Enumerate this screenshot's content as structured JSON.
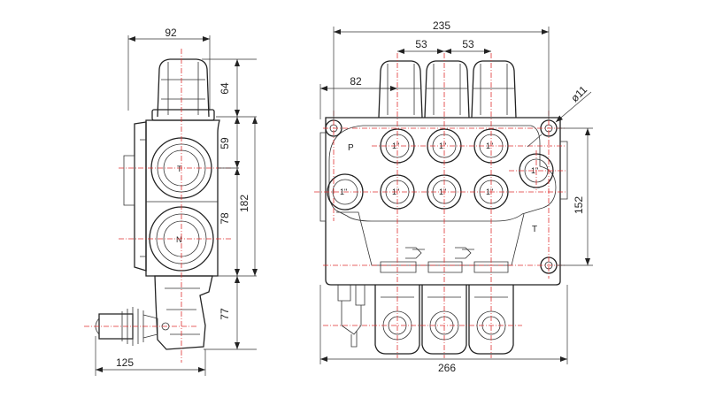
{
  "side_view": {
    "dims": {
      "width_top": "92",
      "cap_height": "64",
      "upper_block": "59",
      "mid_block": "78",
      "total_height": "182",
      "lever_height": "77",
      "lever_width": "125"
    },
    "ports": {
      "t_port": "T",
      "n_port": "N"
    }
  },
  "front_view": {
    "dims": {
      "total_width": "235",
      "spool_pitch_1": "53",
      "spool_pitch_2": "53",
      "offset": "82",
      "hole_dia": "ø11",
      "height": "152",
      "base_width": "266"
    },
    "ports": {
      "p_label": "P",
      "t_label": "T",
      "inlet": "1\"",
      "upper_1": "1\"",
      "upper_2": "1\"",
      "upper_3": "1\"",
      "lower_1": "1\"",
      "lower_2": "1\"",
      "lower_3": "1\"",
      "side_outlet": "1\""
    }
  },
  "colors": {
    "centerline": "#e03030",
    "lines": "#222222"
  }
}
